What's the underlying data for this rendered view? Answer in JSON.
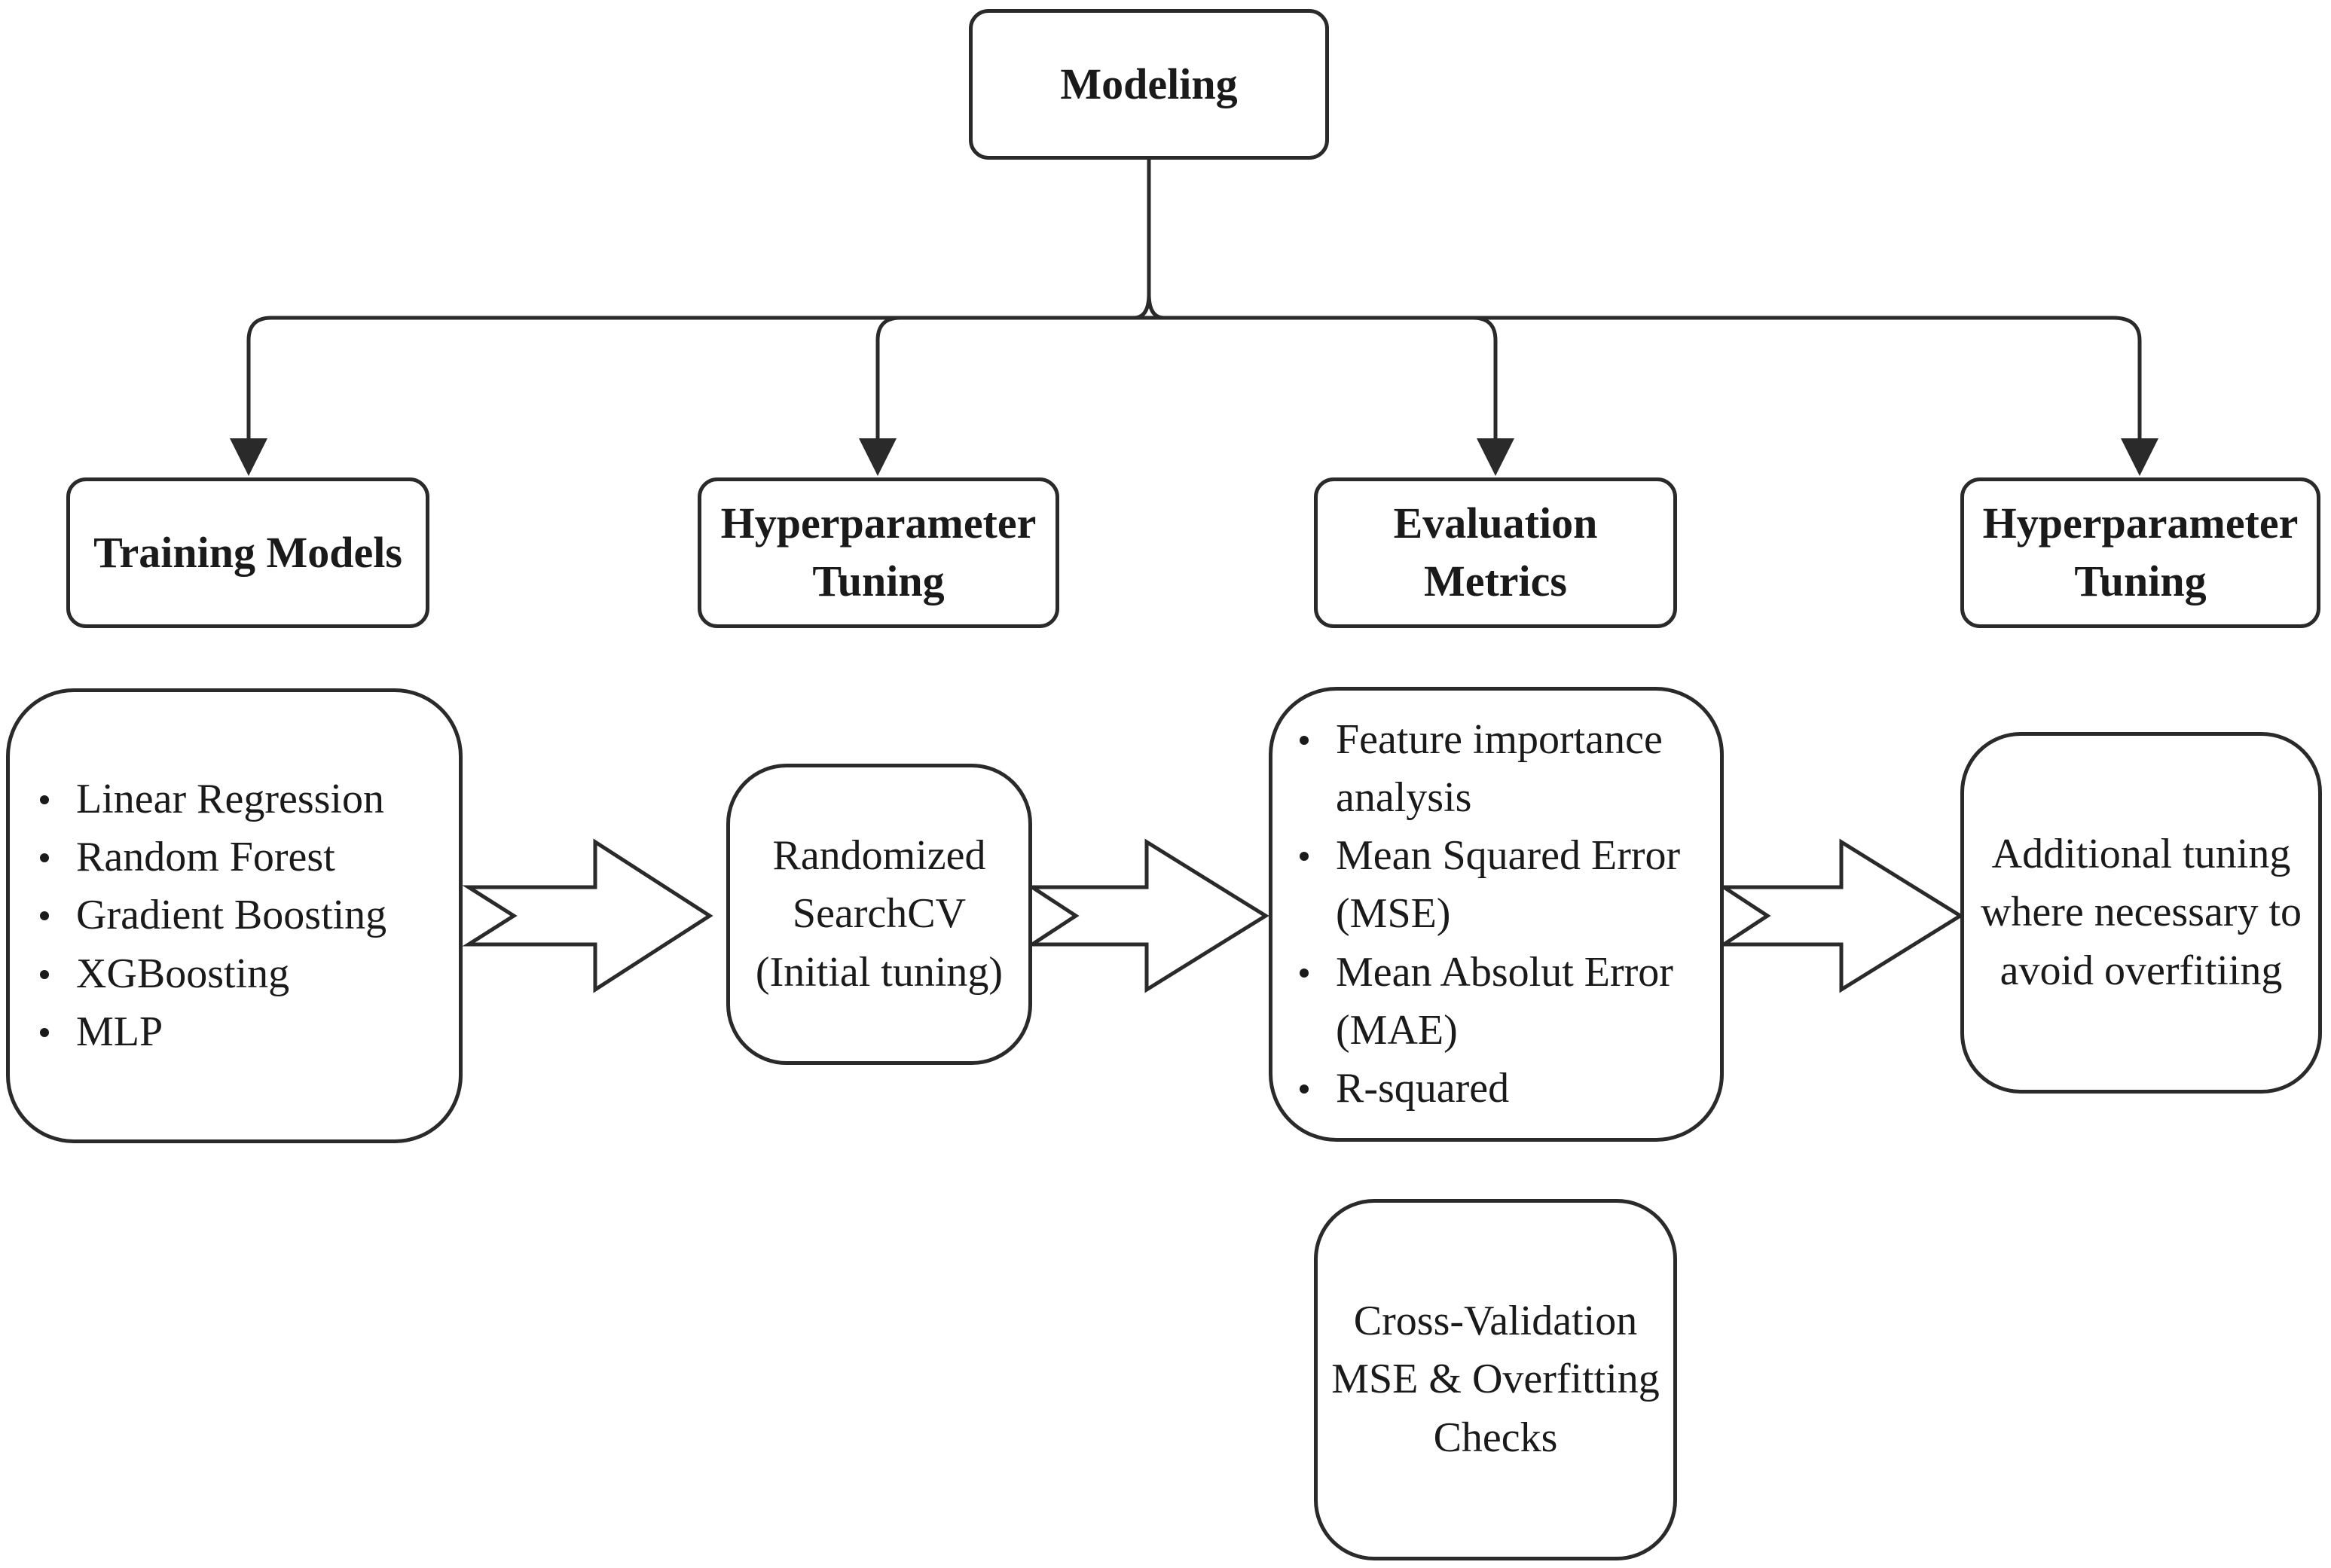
{
  "root": {
    "label": "Modeling"
  },
  "categories": [
    {
      "title": "Training Models"
    },
    {
      "title": "Hyperparameter Tuning"
    },
    {
      "title": "Evaluation Metrics"
    },
    {
      "title": "Hyperparameter Tuning"
    }
  ],
  "details": {
    "training_models": [
      "Linear Regression",
      "Random Forest",
      "Gradient Boosting",
      "XGBoosting",
      "MLP"
    ],
    "initial_tuning": "Randomized SearchCV (Initial tuning)",
    "evaluation_metrics": [
      "Feature importance analysis",
      "Mean Squared Error (MSE)",
      "Mean Absolut Error (MAE)",
      "R-squared"
    ],
    "additional_tuning": "Additional tuning where necessary to avoid overfitiing",
    "cross_validation": "Cross-Validation MSE & Overfitting Checks"
  },
  "colors": {
    "stroke": "#2a2a2a",
    "fill": "#ffffff",
    "text": "#1a1a1a"
  }
}
